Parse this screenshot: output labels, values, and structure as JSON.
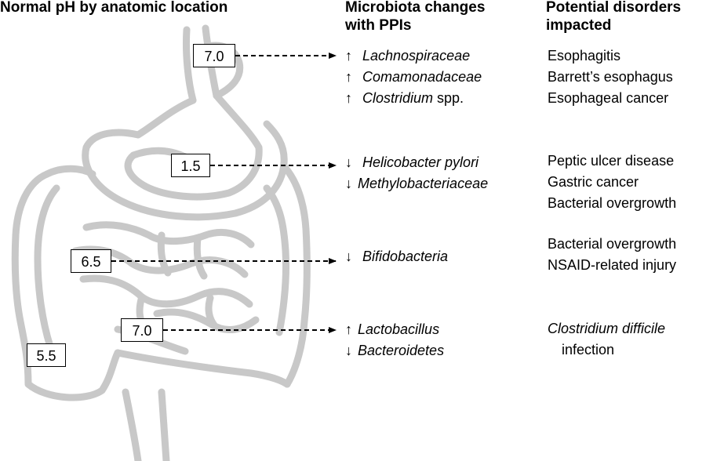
{
  "headers": {
    "ph": "Normal pH by anatomic location",
    "micro": [
      "Microbiota changes",
      "with PPIs"
    ],
    "disorders": [
      "Potential disorders",
      "impacted"
    ]
  },
  "ph_values": {
    "esophagus": "7.0",
    "stomach": "1.5",
    "small_intestine": "6.5",
    "ileum": "7.0",
    "colon": "5.5"
  },
  "microbiota": {
    "esophagus": [
      {
        "arrow": "↑",
        "name": "Lachnospiraceae",
        "suffix": ""
      },
      {
        "arrow": "↑",
        "name": "Comamonadaceae",
        "suffix": ""
      },
      {
        "arrow": "↑",
        "name": "Clostridium",
        "suffix": " spp."
      }
    ],
    "stomach": [
      {
        "arrow": "↓",
        "name": "Helicobacter pylori",
        "suffix": ""
      },
      {
        "arrow": "↓",
        "name": "Methylobacteriaceae",
        "suffix": ""
      }
    ],
    "small_intestine": [
      {
        "arrow": "↓",
        "name": "Bifidobacteria",
        "suffix": ""
      }
    ],
    "ileum": [
      {
        "arrow": "↑",
        "name": "Lactobacillus",
        "suffix": ""
      },
      {
        "arrow": "↓",
        "name": "Bacteroidetes",
        "suffix": ""
      }
    ]
  },
  "disorders": {
    "esophagus": [
      "Esophagitis",
      "Barrett’s esophagus",
      "Esophageal cancer"
    ],
    "stomach": [
      "Peptic ulcer disease",
      "Gastric cancer",
      "Bacterial overgrowth"
    ],
    "small_intestine": [
      "Bacterial overgrowth",
      "NSAID-related injury"
    ],
    "ileum": [
      "Clostridium difficile",
      "infection"
    ]
  },
  "colors": {
    "outline": "#c8c8c8",
    "text": "#000000"
  }
}
